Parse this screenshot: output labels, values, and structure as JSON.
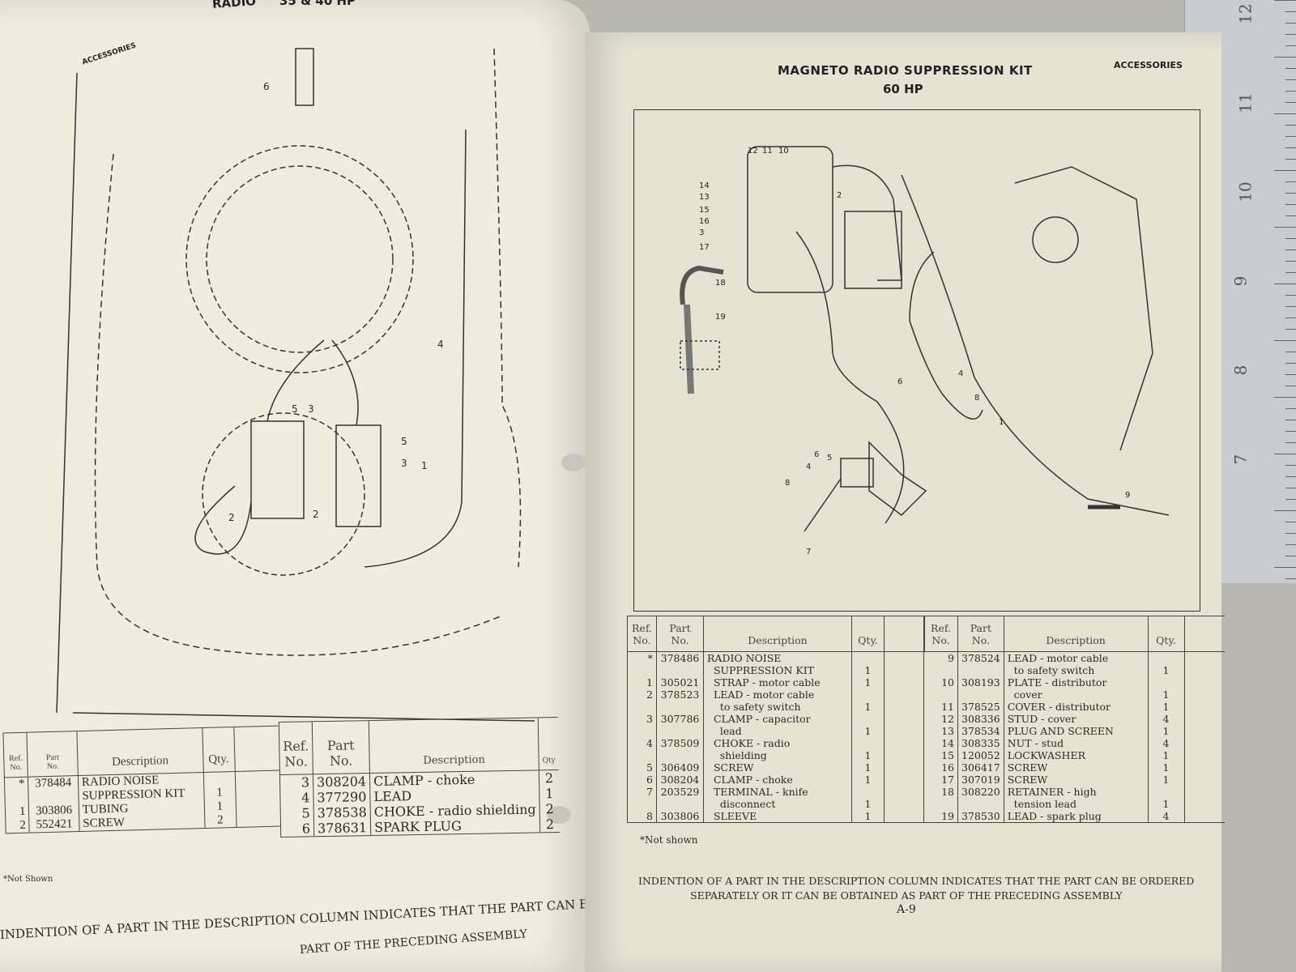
{
  "ruler": {
    "marks": [
      "12",
      "11",
      "10",
      "9",
      "8",
      "7"
    ]
  },
  "left_page": {
    "title_partial": "RADIO",
    "subtitle_partial": "35 & 40 HP",
    "section": "ACCESSORIES",
    "callouts": [
      "6",
      "4",
      "5",
      "3",
      "5",
      "3",
      "1",
      "2",
      "2"
    ],
    "table_left": {
      "headers": [
        "Ref. No.",
        "Part No.",
        "Description",
        "Qty."
      ],
      "rows": [
        {
          "ref": "*",
          "part": "378484",
          "desc": "RADIO NOISE",
          "qty": ""
        },
        {
          "ref": "",
          "part": "",
          "desc": "SUPPRESSION KIT",
          "qty": "1"
        },
        {
          "ref": "1",
          "part": "303806",
          "desc": "TUBING",
          "qty": "1"
        },
        {
          "ref": "2",
          "part": "552421",
          "desc": "SCREW",
          "qty": "2"
        }
      ]
    },
    "table_right": {
      "headers": [
        "Ref. No.",
        "Part No.",
        "Description",
        "Qty"
      ],
      "rows": [
        {
          "ref": "3",
          "part": "308204",
          "desc": "CLAMP - choke",
          "qty": "2"
        },
        {
          "ref": "4",
          "part": "377290",
          "desc": "LEAD",
          "qty": "1"
        },
        {
          "ref": "5",
          "part": "378538",
          "desc": "CHOKE - radio shielding",
          "qty": "2"
        },
        {
          "ref": "6",
          "part": "378631",
          "desc": "SPARK PLUG",
          "qty": "2"
        }
      ]
    },
    "footnote": "*Not Shown",
    "footer_line1": "INDENTION OF A PART IN THE DESCRIPTION COLUMN INDICATES THAT THE PART CAN BE ORDERED",
    "footer_line2": "PART OF THE PRECEDING ASSEMBLY"
  },
  "right_page": {
    "title": "MAGNETO RADIO SUPPRESSION KIT",
    "subtitle": "60 HP",
    "section": "ACCESSORIES",
    "callouts": [
      "12",
      "11",
      "10",
      "14",
      "13",
      "15",
      "16",
      "3",
      "17",
      "18",
      "19",
      "2",
      "5",
      "4",
      "6",
      "8",
      "1",
      "9",
      "7",
      "6",
      "4",
      "8"
    ],
    "headers": [
      "Ref. No.",
      "Part No.",
      "Description",
      "Qty."
    ],
    "table_left": [
      {
        "ref": "*",
        "part": "378486",
        "desc": "RADIO NOISE",
        "qty": ""
      },
      {
        "ref": "",
        "part": "",
        "desc": "  SUPPRESSION KIT",
        "qty": "1"
      },
      {
        "ref": "1",
        "part": "305021",
        "desc": "  STRAP - motor cable",
        "qty": "1"
      },
      {
        "ref": "2",
        "part": "378523",
        "desc": "  LEAD - motor cable",
        "qty": ""
      },
      {
        "ref": "",
        "part": "",
        "desc": "    to safety switch",
        "qty": "1"
      },
      {
        "ref": "3",
        "part": "307786",
        "desc": "  CLAMP - capacitor",
        "qty": ""
      },
      {
        "ref": "",
        "part": "",
        "desc": "    lead",
        "qty": "1"
      },
      {
        "ref": "4",
        "part": "378509",
        "desc": "  CHOKE - radio",
        "qty": ""
      },
      {
        "ref": "",
        "part": "",
        "desc": "    shielding",
        "qty": "1"
      },
      {
        "ref": "5",
        "part": "306409",
        "desc": "  SCREW",
        "qty": "1"
      },
      {
        "ref": "6",
        "part": "308204",
        "desc": "  CLAMP - choke",
        "qty": "1"
      },
      {
        "ref": "7",
        "part": "203529",
        "desc": "  TERMINAL - knife",
        "qty": ""
      },
      {
        "ref": "",
        "part": "",
        "desc": "    disconnect",
        "qty": "1"
      },
      {
        "ref": "8",
        "part": "303806",
        "desc": "  SLEEVE",
        "qty": "1"
      }
    ],
    "table_right": [
      {
        "ref": "9",
        "part": "378524",
        "desc": "LEAD - motor cable",
        "qty": ""
      },
      {
        "ref": "",
        "part": "",
        "desc": "  to safety switch",
        "qty": "1"
      },
      {
        "ref": "10",
        "part": "308193",
        "desc": "PLATE - distributor",
        "qty": ""
      },
      {
        "ref": "",
        "part": "",
        "desc": "  cover",
        "qty": "1"
      },
      {
        "ref": "11",
        "part": "378525",
        "desc": "COVER - distributor",
        "qty": "1"
      },
      {
        "ref": "12",
        "part": "308336",
        "desc": "STUD - cover",
        "qty": "4"
      },
      {
        "ref": "13",
        "part": "378534",
        "desc": "PLUG AND SCREEN",
        "qty": "1"
      },
      {
        "ref": "14",
        "part": "308335",
        "desc": "NUT - stud",
        "qty": "4"
      },
      {
        "ref": "15",
        "part": "120052",
        "desc": "LOCKWASHER",
        "qty": "1"
      },
      {
        "ref": "16",
        "part": "306417",
        "desc": "SCREW",
        "qty": "1"
      },
      {
        "ref": "17",
        "part": "307019",
        "desc": "SCREW",
        "qty": "1"
      },
      {
        "ref": "18",
        "part": "308220",
        "desc": "RETAINER - high",
        "qty": ""
      },
      {
        "ref": "",
        "part": "",
        "desc": "  tension lead",
        "qty": "1"
      },
      {
        "ref": "19",
        "part": "378530",
        "desc": "LEAD - spark plug",
        "qty": "4"
      }
    ],
    "footnote": "*Not shown",
    "footer_line1": "INDENTION OF A PART IN THE DESCRIPTION COLUMN INDICATES THAT THE PART CAN BE ORDERED",
    "footer_line2": "SEPARATELY OR IT CAN BE OBTAINED AS PART OF THE PRECEDING ASSEMBLY",
    "page_number": "A-9"
  }
}
